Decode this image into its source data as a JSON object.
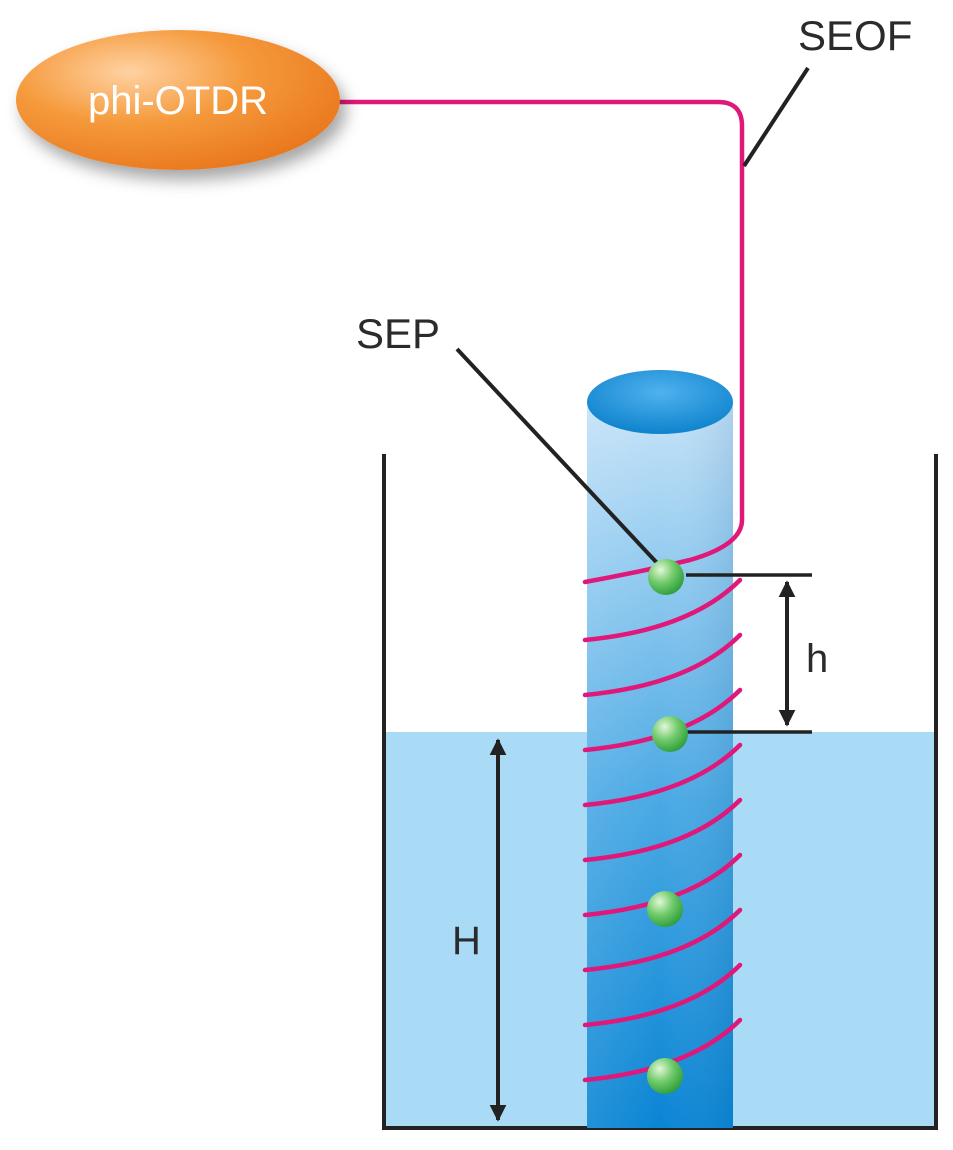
{
  "device": {
    "label": "phi-OTDR"
  },
  "labels": {
    "fiber": "SEOF",
    "sensing_point": "SEP",
    "point_spacing": "h",
    "water_level": "H"
  },
  "colors": {
    "fiber": "#e0187a",
    "device_fill": "#ef8a2a",
    "water": "#a9dbf6",
    "rod": "#3aa3e6",
    "sensing_point": "#39b24a",
    "outline": "#222222"
  }
}
